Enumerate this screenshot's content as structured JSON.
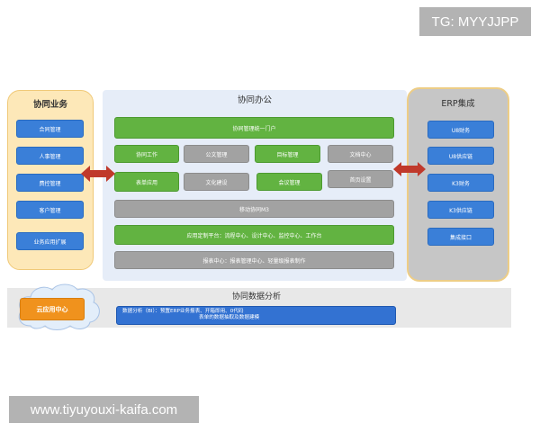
{
  "watermarks": {
    "tg": "TG: MYYJJPP",
    "url": "www.tiyuyouxi-kaifa.com"
  },
  "left": {
    "title": "协同业务",
    "items": [
      "合同管理",
      "人事管理",
      "费控管理",
      "客户管理",
      "业务应用扩展"
    ]
  },
  "center": {
    "title": "协同办公",
    "portal": "协同管理统一门户",
    "row1": [
      "协同工作",
      "公文管理",
      "目标管理",
      "文档中心"
    ],
    "row2": [
      "表单应用",
      "文化建设",
      "会议管理",
      "首页设置"
    ],
    "mobile": "移动协同M3",
    "platform": "应用定制平台：流程中心、设计中心、监控中心、工作台",
    "report": "报表中心：报表管理中心、轻量级报表制作"
  },
  "right": {
    "title": "ERP集成",
    "items": [
      "U8财务",
      "U8供应链",
      "K3财务",
      "K3供应链",
      "集成接口"
    ]
  },
  "analysis": {
    "title": "协同数据分析",
    "cloud_label": "云应用中心",
    "bi_line1": "数据分析（BI）：预置ERP业务报表、开箱即用、0代码",
    "bi_line2": "表单的数据抽取及数据建模"
  },
  "colors": {
    "blue": "#3a7fd8",
    "green": "#62b341",
    "gray": "#a2a2a2",
    "orange": "#f0921d",
    "arrow_red": "#c0392b"
  }
}
